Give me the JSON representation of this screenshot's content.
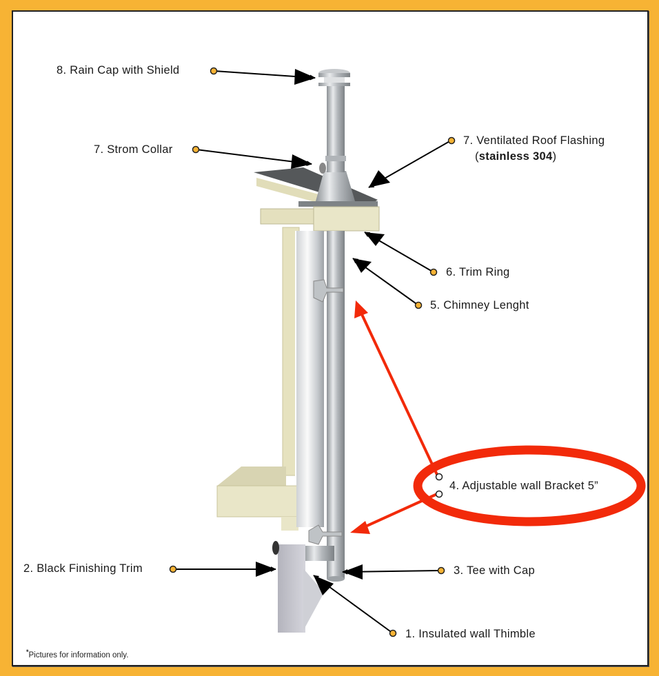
{
  "diagram": {
    "colors": {
      "frame": "#F7B334",
      "dot": "#F7B334",
      "arrow": "#000000",
      "highlight": "#F22A0A",
      "wood": "#E9E6C8",
      "steel": "#C8CBCE"
    },
    "labels": {
      "rain_cap": "8. Rain Cap with Shield",
      "storm_collar": "7. Strom Collar",
      "roof_flashing": "7. Ventilated Roof Flashing",
      "roof_flashing_note_open": "(",
      "roof_flashing_note_bold": "stainless 304",
      "roof_flashing_note_close": ")",
      "trim_ring": "6. Trim Ring",
      "chimney_length": "5. Chimney Lenght",
      "wall_bracket": "4. Adjustable wall Bracket 5”",
      "tee_with_cap": "3. Tee with Cap",
      "black_finishing_trim": "2. Black Finishing Trim",
      "wall_thimble": "1. Insulated wall Thimble"
    },
    "footnote_marker": "*",
    "footnote": "Pictures for information only."
  }
}
